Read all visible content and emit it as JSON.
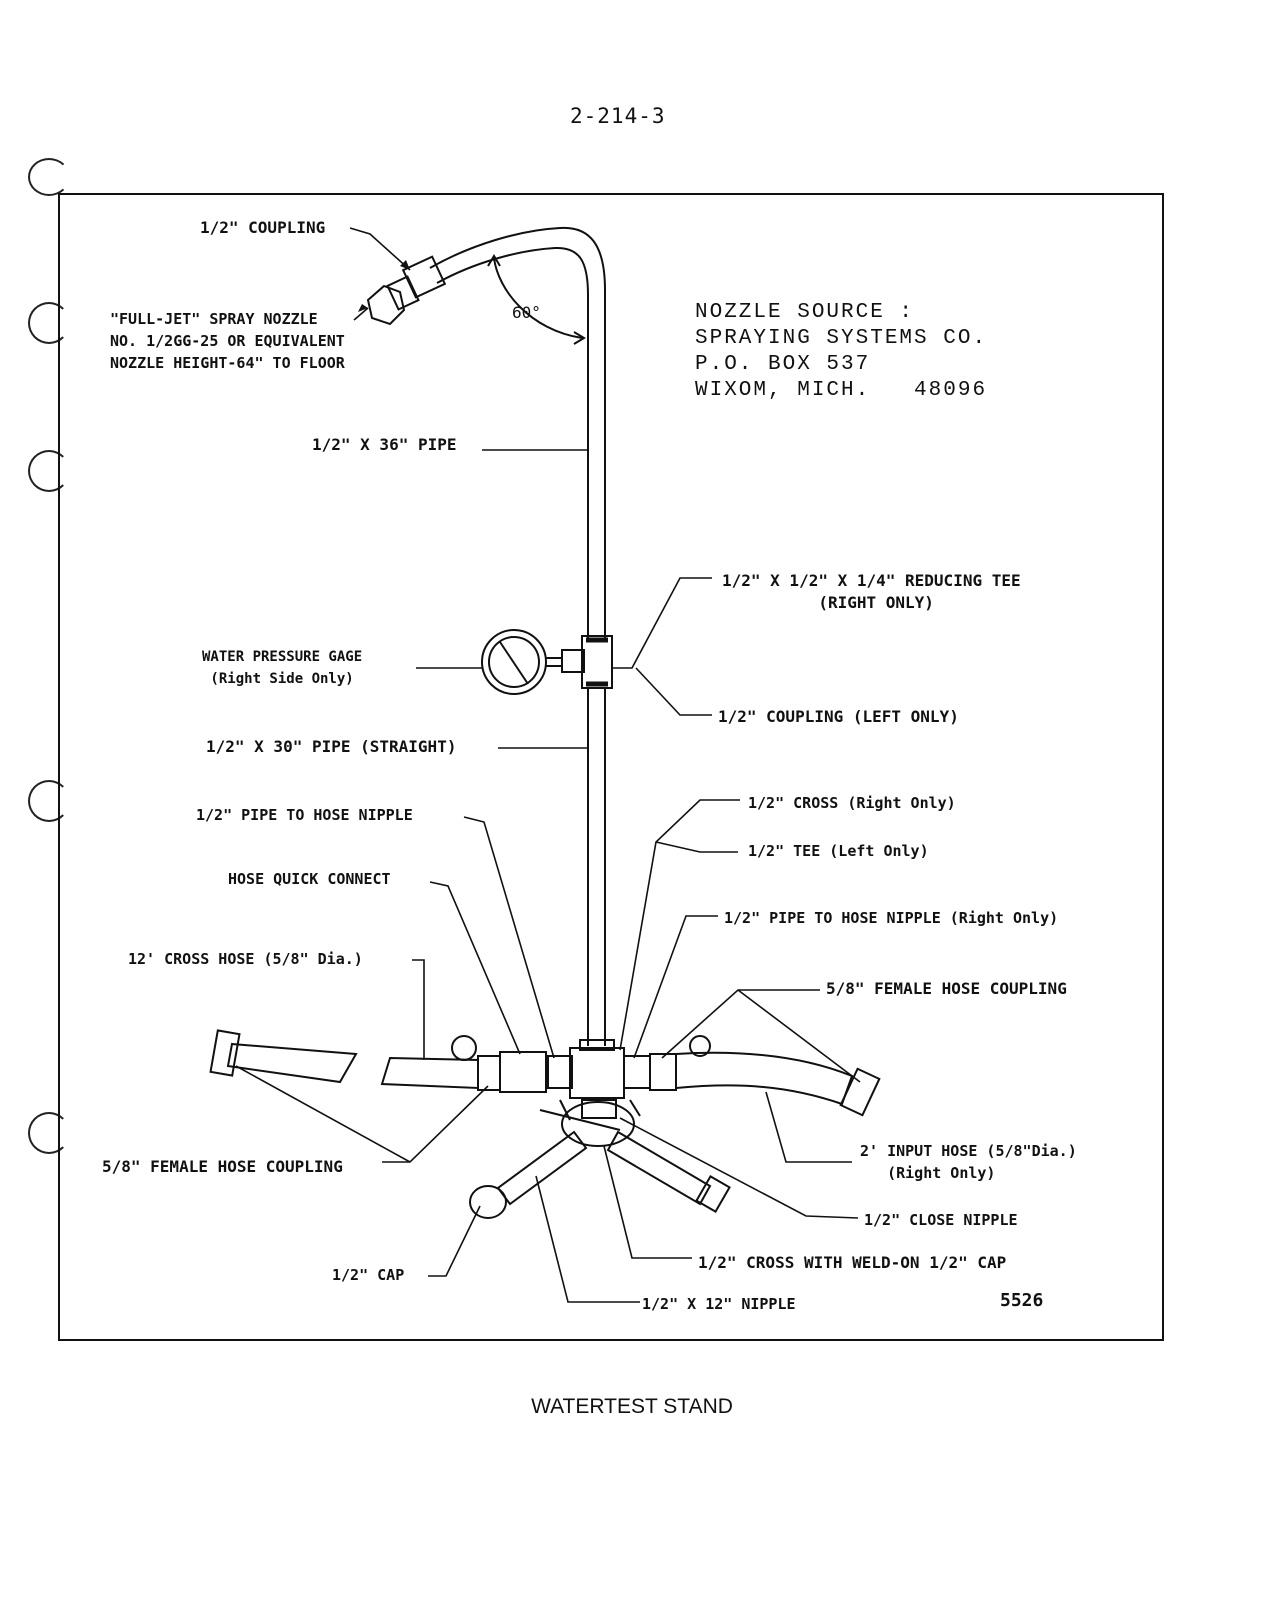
{
  "page_number": "2-214-3",
  "drawing_number": "5526",
  "caption": "WATERTEST STAND",
  "angle_label": "60°",
  "nozzle_source": [
    "NOZZLE SOURCE :",
    "SPRAYING SYSTEMS CO.",
    "P.O. BOX 537",
    "WIXOM, MICH.   48096"
  ],
  "callouts": {
    "coupling_top": "1/2\" COUPLING",
    "spray_nozzle": "\"FULL-JET\" SPRAY NOZZLE\nNO. 1/2GG-25 OR EQUIVALENT\nNOZZLE HEIGHT-64\" TO FLOOR",
    "pipe_36": "1/2\" X 36\" PIPE",
    "reducing_tee": "1/2\" X 1/2\" X 1/4\" REDUCING TEE\n          (RIGHT ONLY)",
    "pressure_gage": "WATER PRESSURE GAGE\n (Right Side Only)",
    "coupling_left": "1/2\" COUPLING (LEFT ONLY)",
    "pipe_30": "1/2\" X 30\" PIPE (STRAIGHT)",
    "cross_right": "1/2\" CROSS (Right Only)",
    "pipe_hose_nipple_left": "1/2\" PIPE TO HOSE NIPPLE",
    "tee_left": "1/2\" TEE (Left Only)",
    "quick_connect": "HOSE QUICK CONNECT",
    "pipe_hose_nipple_right": "1/2\" PIPE TO HOSE NIPPLE (Right Only)",
    "cross_hose": "12' CROSS HOSE (5/8\" Dia.)",
    "female_coupling_right": "5/8\" FEMALE HOSE COUPLING",
    "female_coupling_left": "5/8\" FEMALE HOSE COUPLING",
    "input_hose": "2' INPUT HOSE (5/8\"Dia.)\n   (Right Only)",
    "close_nipple": "1/2\" CLOSE NIPPLE",
    "cap": "1/2\" CAP",
    "cross_weld_cap": "1/2\" CROSS WITH WELD-ON 1/2\" CAP",
    "nipple_12": "1/2\" X 12\" NIPPLE"
  }
}
